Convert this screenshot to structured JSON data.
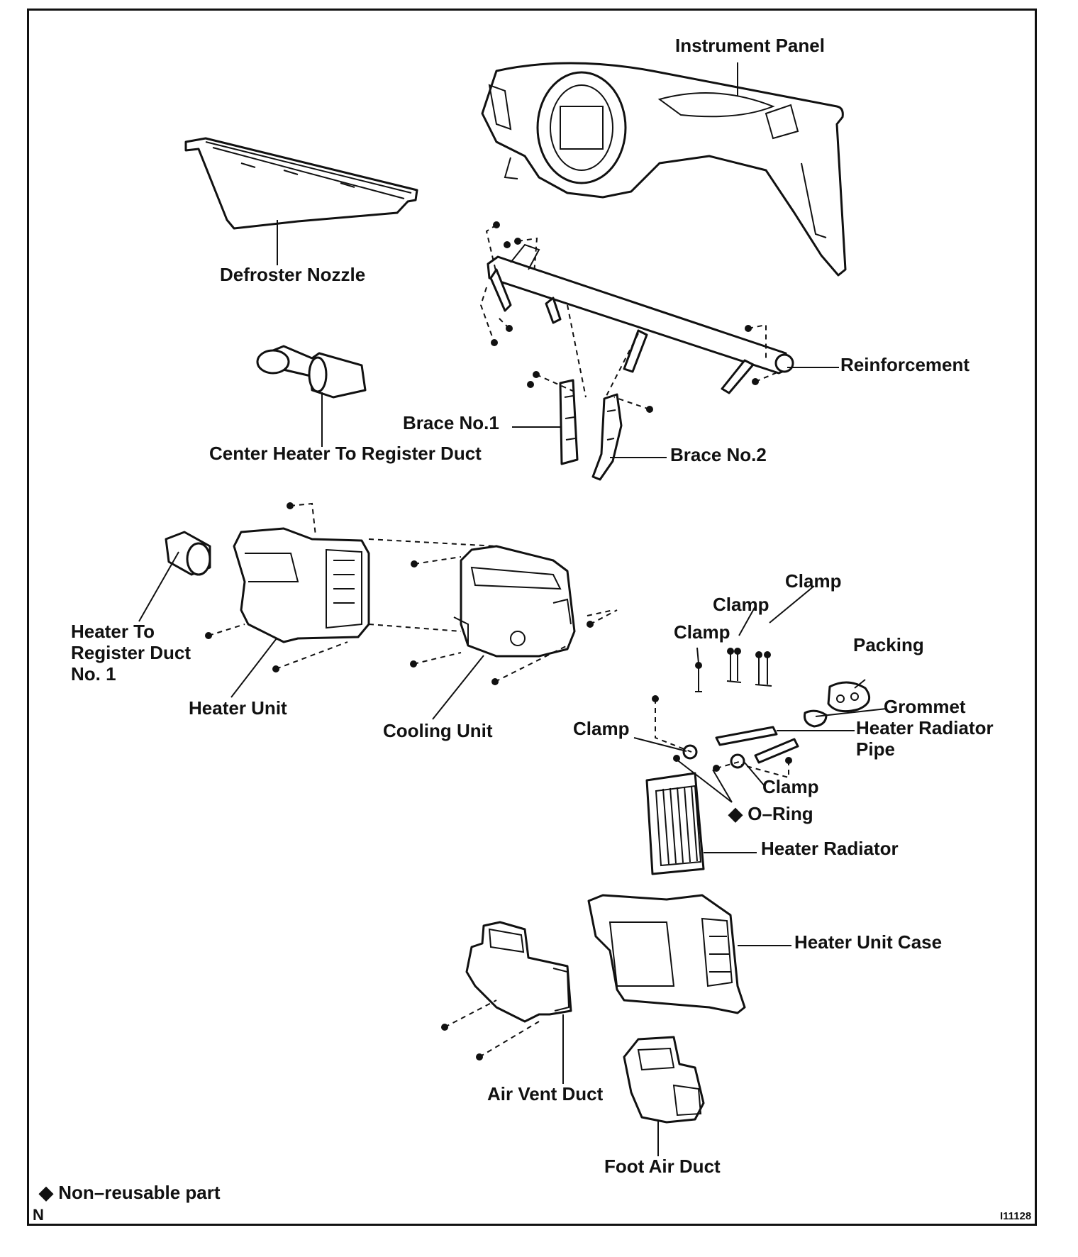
{
  "labels": {
    "instrument_panel": "Instrument Panel",
    "defroster_nozzle": "Defroster Nozzle",
    "reinforcement": "Reinforcement",
    "brace_no1": "Brace No.1",
    "brace_no2": "Brace No.2",
    "center_heater_duct": "Center Heater To Register Duct",
    "heater_to_register_duct": "Heater To\nRegister Duct\nNo. 1",
    "heater_unit": "Heater Unit",
    "cooling_unit": "Cooling Unit",
    "clamp": "Clamp",
    "packing": "Packing",
    "grommet": "Grommet",
    "heater_radiator_pipe": "Heater Radiator\nPipe",
    "o_ring": "◆ O–Ring",
    "heater_radiator": "Heater Radiator",
    "heater_unit_case": "Heater Unit Case",
    "air_vent_duct": "Air Vent Duct",
    "foot_air_duct": "Foot Air Duct"
  },
  "legend": {
    "non_reusable": "◆ Non–reusable part"
  },
  "footer": {
    "corner_mark": "N",
    "figure_id": "I11128"
  }
}
